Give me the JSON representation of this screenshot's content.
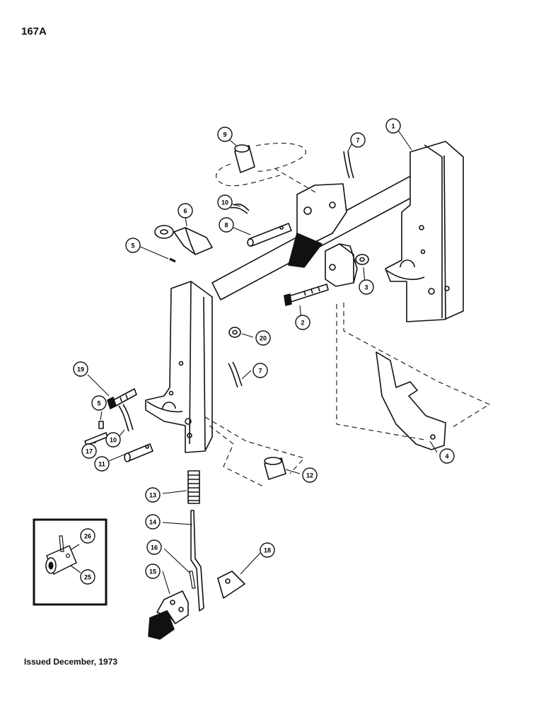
{
  "page": {
    "number": "167A",
    "issued": "Issued December, 1973"
  },
  "callouts": [
    {
      "id": "c1",
      "label": "1"
    },
    {
      "id": "c2",
      "label": "2"
    },
    {
      "id": "c3",
      "label": "3"
    },
    {
      "id": "c4",
      "label": "4"
    },
    {
      "id": "c5a",
      "label": "5"
    },
    {
      "id": "c5b",
      "label": "5"
    },
    {
      "id": "c6",
      "label": "6"
    },
    {
      "id": "c7a",
      "label": "7"
    },
    {
      "id": "c7b",
      "label": "7"
    },
    {
      "id": "c8",
      "label": "8"
    },
    {
      "id": "c9",
      "label": "9"
    },
    {
      "id": "c10a",
      "label": "10"
    },
    {
      "id": "c10b",
      "label": "10"
    },
    {
      "id": "c11",
      "label": "11"
    },
    {
      "id": "c12",
      "label": "12"
    },
    {
      "id": "c13",
      "label": "13"
    },
    {
      "id": "c14",
      "label": "14"
    },
    {
      "id": "c15",
      "label": "15"
    },
    {
      "id": "c16",
      "label": "16"
    },
    {
      "id": "c17",
      "label": "17"
    },
    {
      "id": "c18",
      "label": "18"
    },
    {
      "id": "c19",
      "label": "19"
    },
    {
      "id": "c20",
      "label": "20"
    },
    {
      "id": "c25",
      "label": "25"
    },
    {
      "id": "c26",
      "label": "26"
    }
  ],
  "colors": {
    "ink": "#111111",
    "paper": "#ffffff"
  }
}
